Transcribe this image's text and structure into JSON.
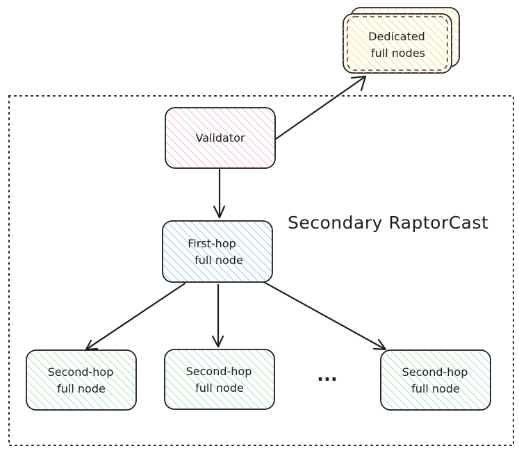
{
  "region": {
    "label": "Secondary RaptorCast"
  },
  "colors": {
    "validator": "#f0a3b4",
    "first_hop": "#7cb5e8",
    "second_hop": "#8ed6a3",
    "dedicated": "#f0d66b",
    "stroke": "#1e1e1e"
  },
  "nodes": {
    "validator": {
      "label": "Validator"
    },
    "first_hop": {
      "lines": [
        "First-hop",
        "full node"
      ]
    },
    "dedicated": {
      "lines": [
        "Dedicated",
        "full nodes"
      ]
    },
    "second_hop_1": {
      "lines": [
        "Second-hop",
        "full node"
      ]
    },
    "second_hop_2": {
      "lines": [
        "Second-hop",
        "full node"
      ]
    },
    "second_hop_3": {
      "lines": [
        "Second-hop",
        "full node"
      ]
    }
  },
  "ellipsis": "..."
}
